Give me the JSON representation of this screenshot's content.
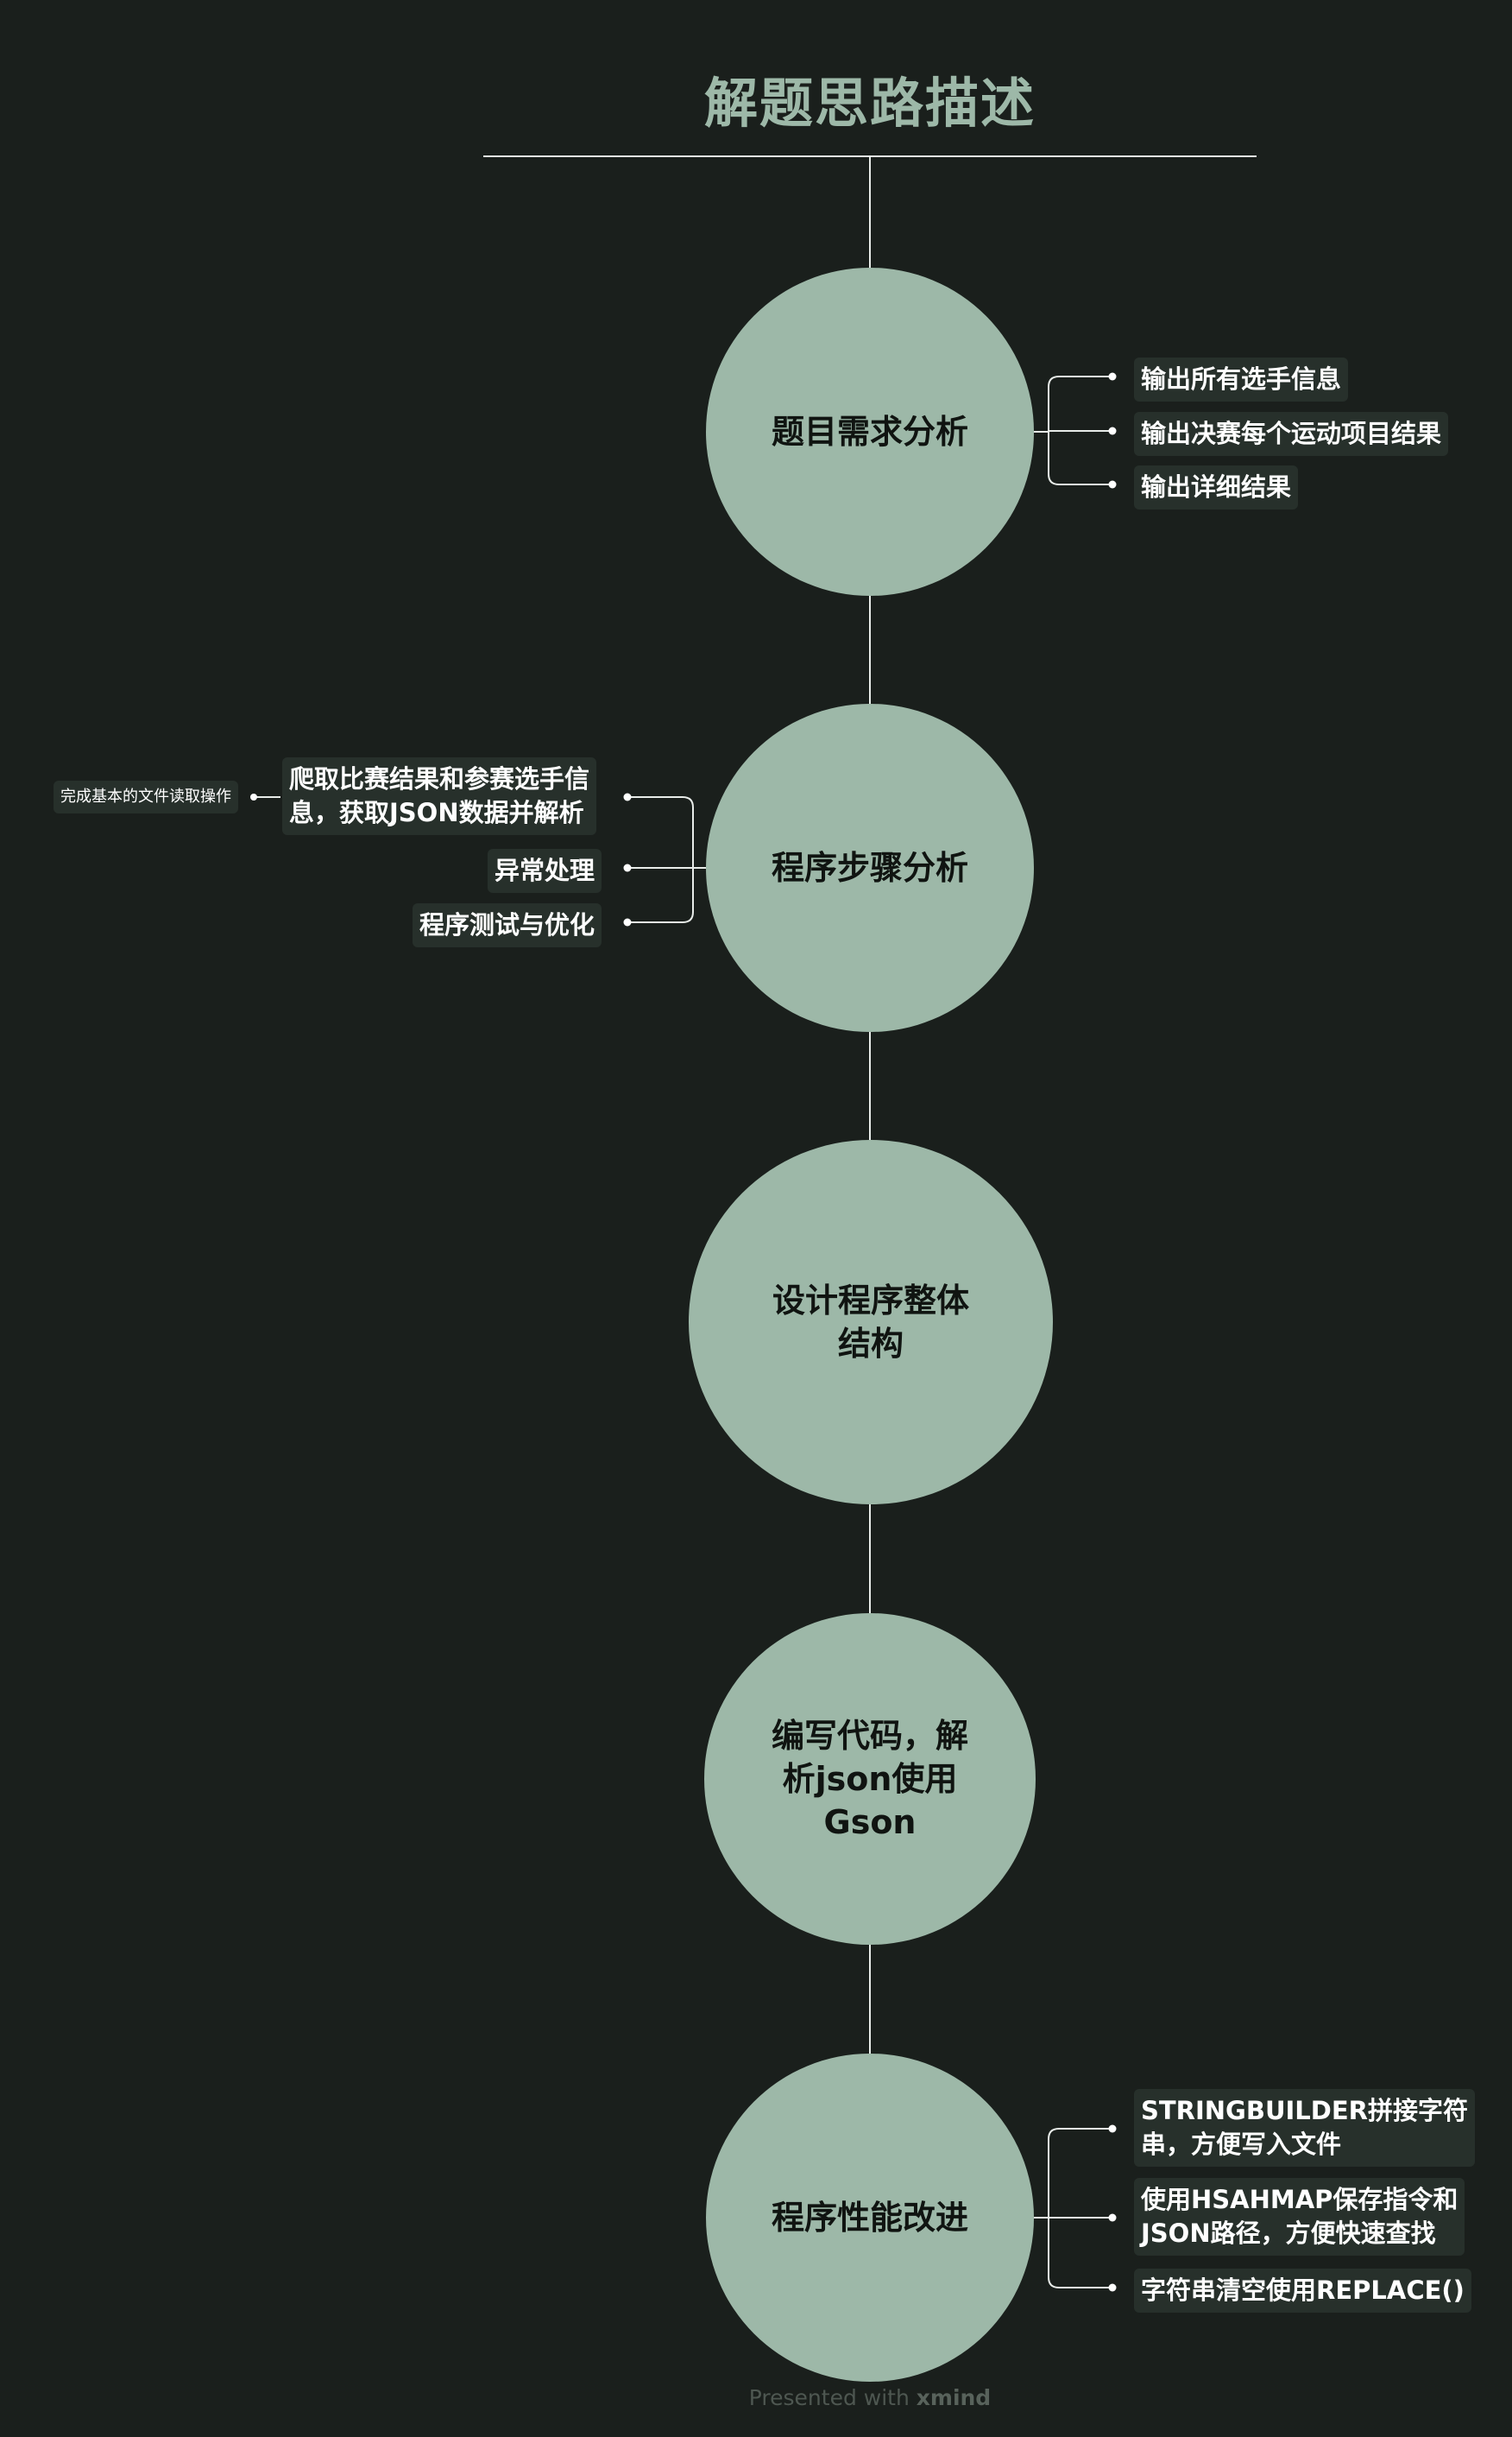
{
  "title": "解题思路描述",
  "colors": {
    "background": "#1a1f1c",
    "node_fill": "#9db8a8",
    "title_color": "#9db8a8",
    "line_color": "#ffffff",
    "tag_fill": "#27302b"
  },
  "nodes": [
    {
      "label": "题目需求分析",
      "children": [
        {
          "label": "输出所有选手信息"
        },
        {
          "label": "输出决赛每个运动项目结果"
        },
        {
          "label": "输出详细结果"
        }
      ]
    },
    {
      "label": "程序步骤分析",
      "children": [
        {
          "label_line1": "爬取比赛结果和参赛选手信",
          "label_line2": "息，获取JSON数据并解析",
          "sub": "完成基本的文件读取操作"
        },
        {
          "label": "异常处理"
        },
        {
          "label": "程序测试与优化"
        }
      ]
    },
    {
      "label_line1": "设计程序整体",
      "label_line2": "结构"
    },
    {
      "label_line1": "编写代码，解",
      "label_line2": "析json使用",
      "label_line3": "Gson"
    },
    {
      "label": "程序性能改进",
      "children": [
        {
          "label_line1": "STRINGBUILDER拼接字符",
          "label_line2": "串，方便写入文件"
        },
        {
          "label_line1": "使用HSAHMAP保存指令和",
          "label_line2": "JSON路径，方便快速查找"
        },
        {
          "label": "字符串清空使用REPLACE()"
        }
      ]
    }
  ],
  "footer": {
    "prefix": "Presented with ",
    "brand": "xmind"
  }
}
